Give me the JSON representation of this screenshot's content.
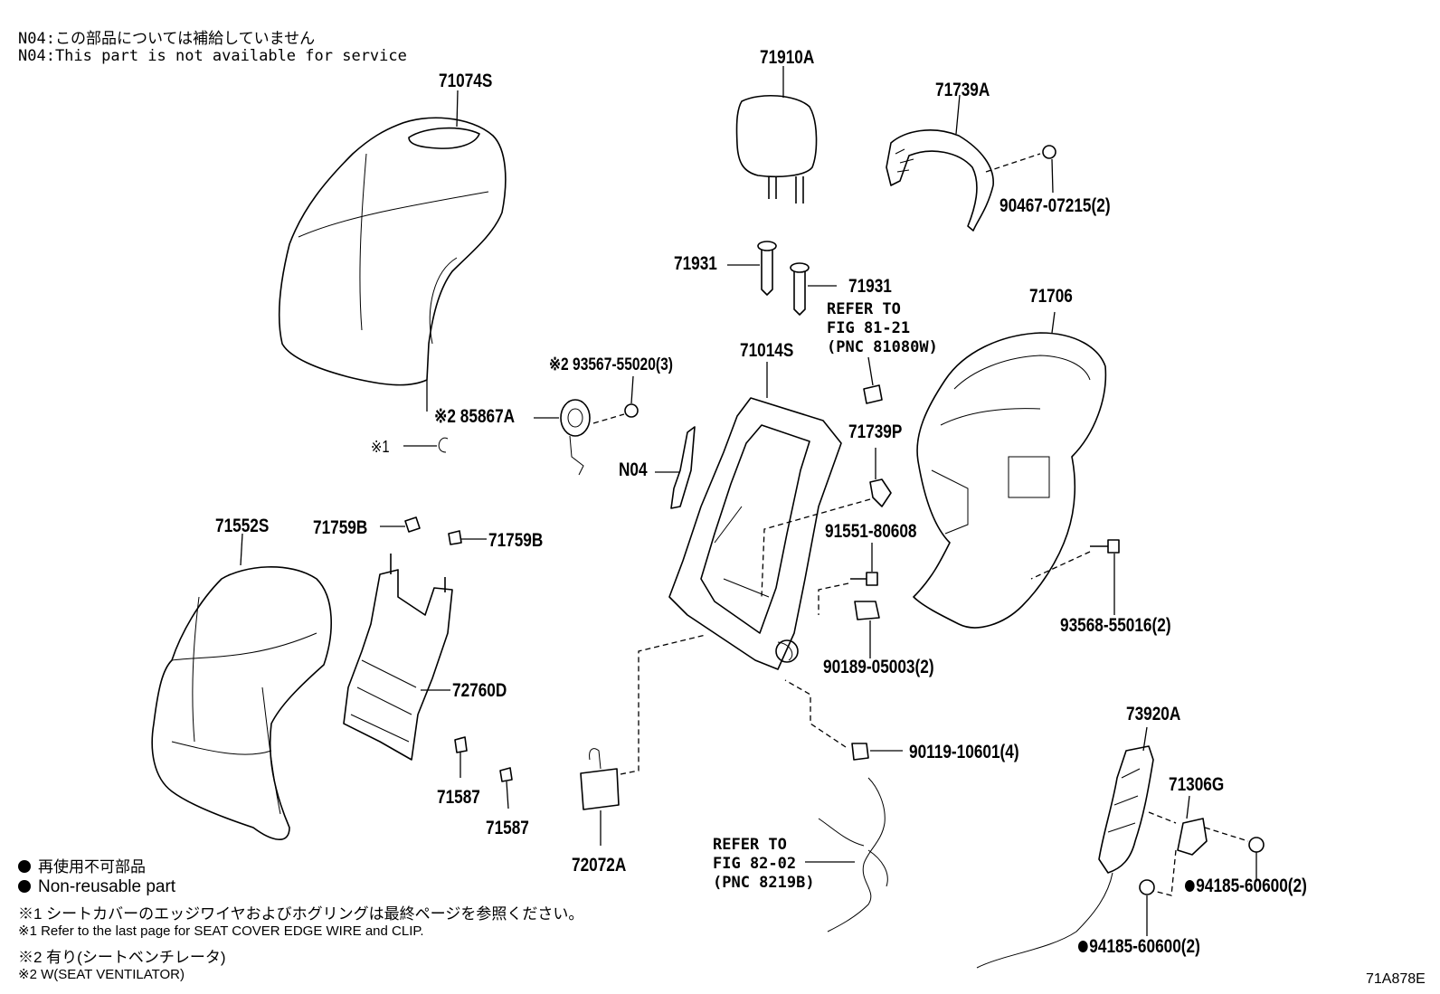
{
  "notes": {
    "n04_jp": "N04:この部品については補給していません",
    "n04_en": "N04:This part is not available for service"
  },
  "parts": {
    "p71074S": "71074S",
    "p71910A": "71910A",
    "p71739A": "71739A",
    "p90467": "90467-07215(2)",
    "p71931a": "71931",
    "p71931b": "71931",
    "ref8121": [
      "REFER TO",
      "FIG 81-21",
      "(PNC 81080W)"
    ],
    "p71706": "71706",
    "p93567": "※2 93567-55020(3)",
    "p85867A": "※2 85867A",
    "mark1": "※1",
    "p71014S": "71014S",
    "p71739P": "71739P",
    "pN04": "N04",
    "p91551": "91551-80608",
    "p71552S": "71552S",
    "p71759Ba": "71759B",
    "p71759Bb": "71759B",
    "p93568": "93568-55016(2)",
    "p90189": "90189-05003(2)",
    "p72760D": "72760D",
    "p90119": "90119-10601(4)",
    "p71587a": "71587",
    "p71587b": "71587",
    "p73920A": "73920A",
    "p71306G": "71306G",
    "ref8202": [
      "REFER TO",
      "FIG 82-02",
      "(PNC 8219B)"
    ],
    "p72072A": "72072A",
    "p94185a": "94185-60600(2)",
    "p94185b": "94185-60600(2)"
  },
  "legend": {
    "nonreusable_jp": "再使用不可部品",
    "nonreusable_en": "Non-reusable part",
    "ref1_jp": "※1  シートカバーのエッジワイヤおよびホグリングは最終ページを参照ください。",
    "ref1_en": "※1  Refer to the last page for SEAT COVER EDGE WIRE and CLIP.",
    "ref2_jp": "※2  有り(シートベンチレータ)",
    "ref2_en": "※2  W(SEAT VENTILATOR)"
  },
  "figure_id": "71A878E"
}
